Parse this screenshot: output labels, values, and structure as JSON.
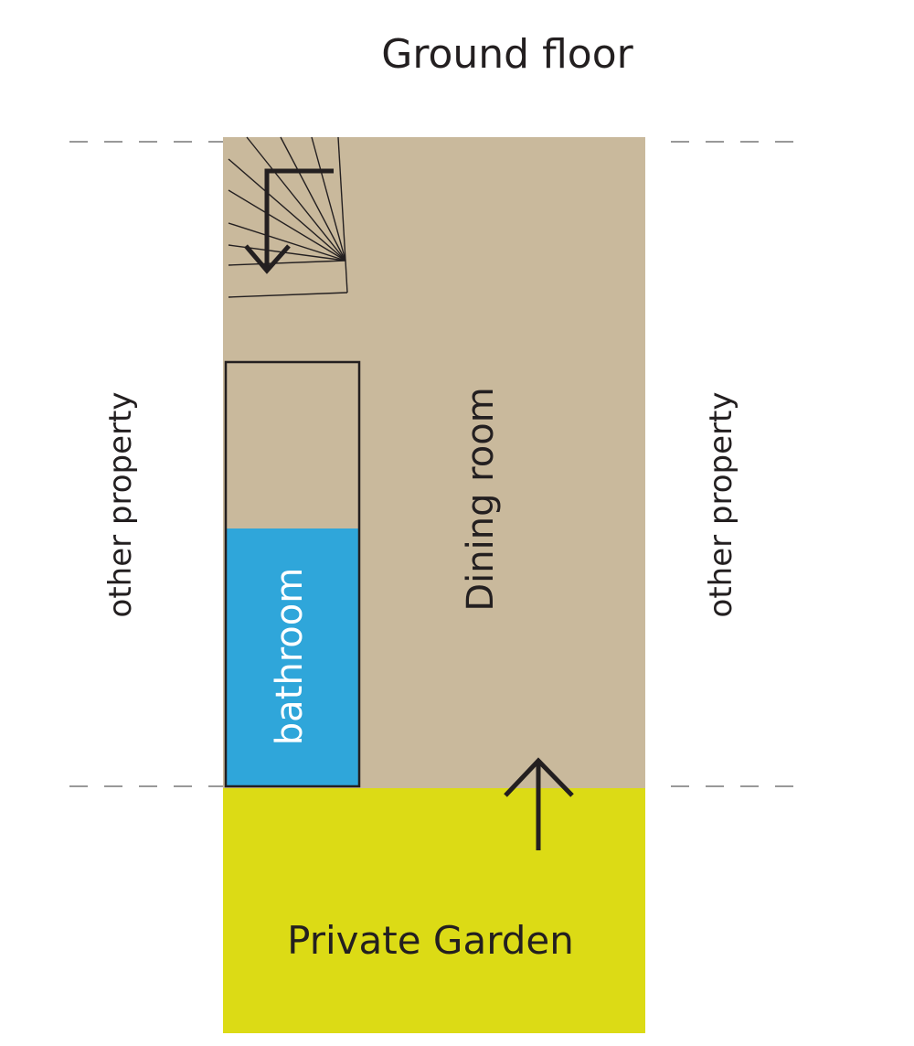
{
  "plan": {
    "title": "Ground floor",
    "left_neighbour": "other property",
    "right_neighbour": "other property",
    "dining_room": "Dining room",
    "bathroom": "bathroom",
    "garden": "Private Garden"
  },
  "colors": {
    "interior": "#c9b99c",
    "bathroom": "#2fa6da",
    "garden": "#dcdb15",
    "lines": "#231f20",
    "boundary_dash": "#999999"
  },
  "icons": {
    "stairs": "staircase-icon",
    "stairs_direction": "down-arrow-icon",
    "entrance": "up-arrow-icon"
  }
}
